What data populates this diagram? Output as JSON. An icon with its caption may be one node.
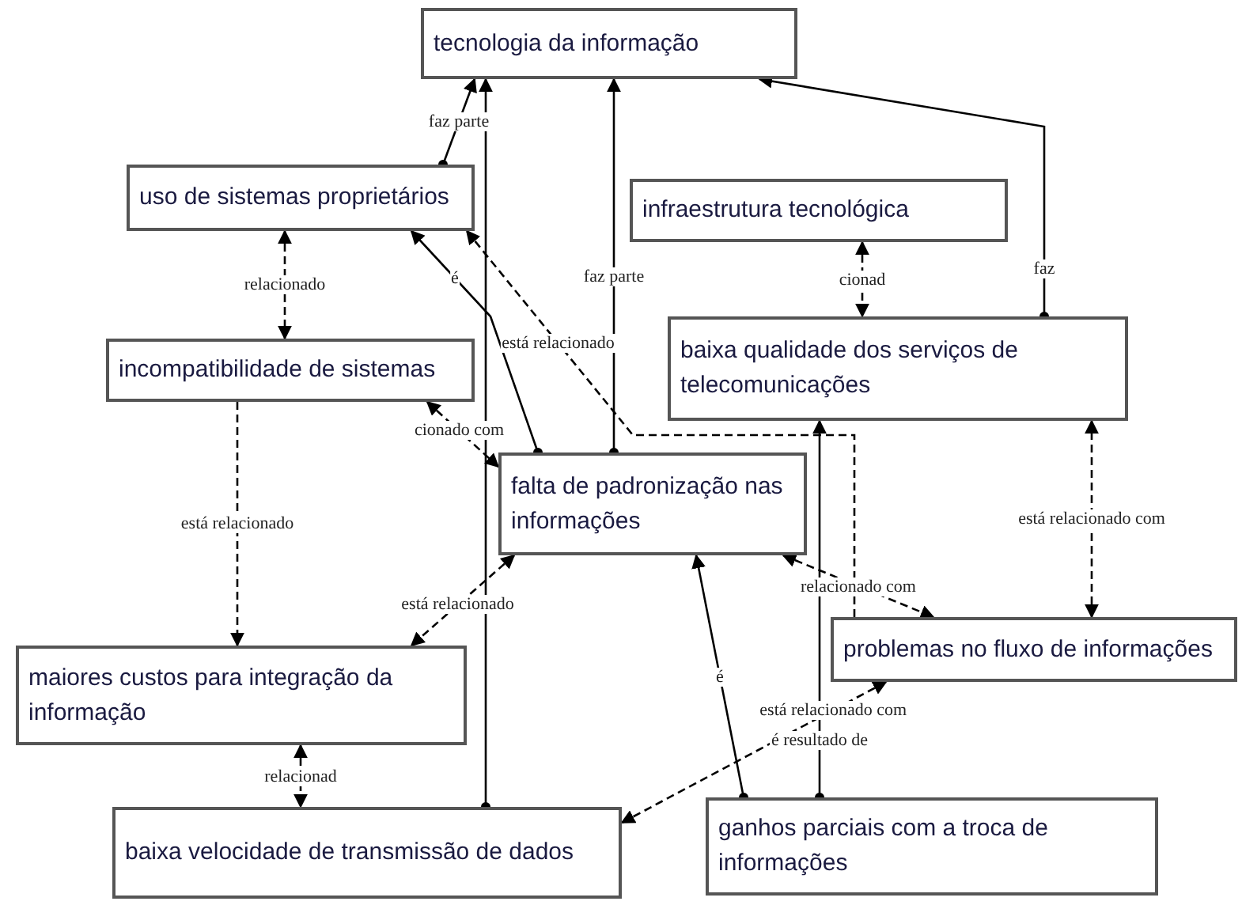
{
  "diagram": {
    "nodes": [
      {
        "text": [
          "tecnologia da informação"
        ]
      },
      {
        "text": [
          "uso de sistemas proprietários"
        ]
      },
      {
        "text": [
          "infraestrutura tecnológica"
        ]
      },
      {
        "text": [
          "incompatibilidade de sistemas"
        ]
      },
      {
        "text": [
          "baixa qualidade dos serviços de telecomunicações"
        ]
      },
      {
        "text": [
          "falta de padronização nas informações"
        ]
      },
      {
        "text": [
          "maiores custos para integração da informação"
        ]
      },
      {
        "text": [
          "problemas no fluxo de informações"
        ]
      },
      {
        "text": [
          "baixa velocidade de transmissão de dados"
        ]
      },
      {
        "text": [
          "ganhos parciais com a troca de informações"
        ]
      }
    ],
    "edges": [
      {
        "from": 1,
        "to": 0,
        "arrow": "to",
        "label": "faz parte"
      },
      {
        "from": 4,
        "to": 0,
        "arrow": "to",
        "label": "faz"
      },
      {
        "from": 5,
        "to": 0,
        "arrow": "to",
        "label": "faz parte"
      },
      {
        "from": 8,
        "to": 0,
        "arrow": "to"
      },
      {
        "from": 5,
        "to": 1,
        "arrow": "to",
        "label": "é"
      },
      {
        "from": 2,
        "to": 4,
        "arrow": "both",
        "style": "dashed",
        "label": "cionad"
      },
      {
        "from": 1,
        "to": 3,
        "arrow": "both",
        "style": "dashed",
        "label": "relacionado"
      },
      {
        "from": 7,
        "to": 1,
        "arrow": "to",
        "style": "dashed",
        "label": "está relacionado"
      },
      {
        "from": 3,
        "to": 5,
        "arrow": "both",
        "style": "dashed",
        "label": "cionado com"
      },
      {
        "from": 3,
        "to": 6,
        "arrow": "to",
        "style": "dashed",
        "label": "está relacionado"
      },
      {
        "from": 5,
        "to": 6,
        "arrow": "both",
        "style": "dashed",
        "label": "está relacionado"
      },
      {
        "from": 5,
        "to": 7,
        "arrow": "both",
        "style": "dashed",
        "label": "relacionado com"
      },
      {
        "from": 9,
        "to": 5,
        "arrow": "to",
        "label": "é"
      },
      {
        "from": 9,
        "to": 4,
        "arrow": "to",
        "label": "é resultado de"
      },
      {
        "from": 7,
        "to": 4,
        "arrow": "both",
        "style": "dashed",
        "label": "está relacionado com"
      },
      {
        "from": 6,
        "to": 8,
        "arrow": "both",
        "style": "dashed",
        "label": "relacionad"
      },
      {
        "from": 7,
        "to": 8,
        "arrow": "both",
        "style": "dashed",
        "label": "está relacionado com"
      }
    ]
  }
}
